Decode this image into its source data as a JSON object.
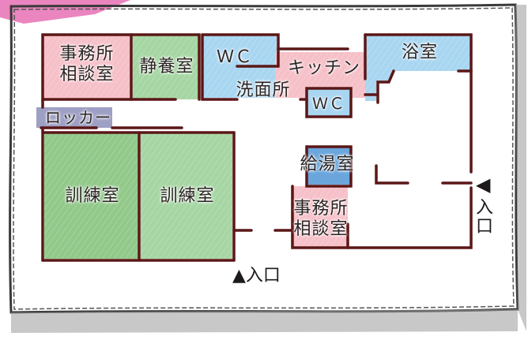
{
  "colors": {
    "wall": "#5b1717",
    "frame_border": "#3a3a3a",
    "office_pink": "#f6c0c8",
    "rest_green": "#a6d6a3",
    "wc_blue": "#a8d6f1",
    "kitchen_pink": "#f6c0c8",
    "locker_gray": "#9e9fc4",
    "training_green": "#92c98a",
    "bath_blue": "#a8d6f1",
    "kettle_blue": "#6aa6dc",
    "ribbon_pink": "#e26bb1"
  },
  "rooms": {
    "office_top": "事務所\n相談室",
    "rest_room": "静養室",
    "wc_top": "ＷＣ",
    "kitchen": "キッチン",
    "washroom": "洗面所",
    "wc_small": "ＷＣ",
    "bath": "浴室",
    "locker": "ロッカー",
    "training_1": "訓練室",
    "training_2": "訓練室",
    "kettle_room": "給湯室",
    "office_bottom": "事務所\n相談室"
  },
  "entrances": {
    "bottom": "▲入口",
    "right_arrow": "◀",
    "right_text": "入\n口"
  }
}
